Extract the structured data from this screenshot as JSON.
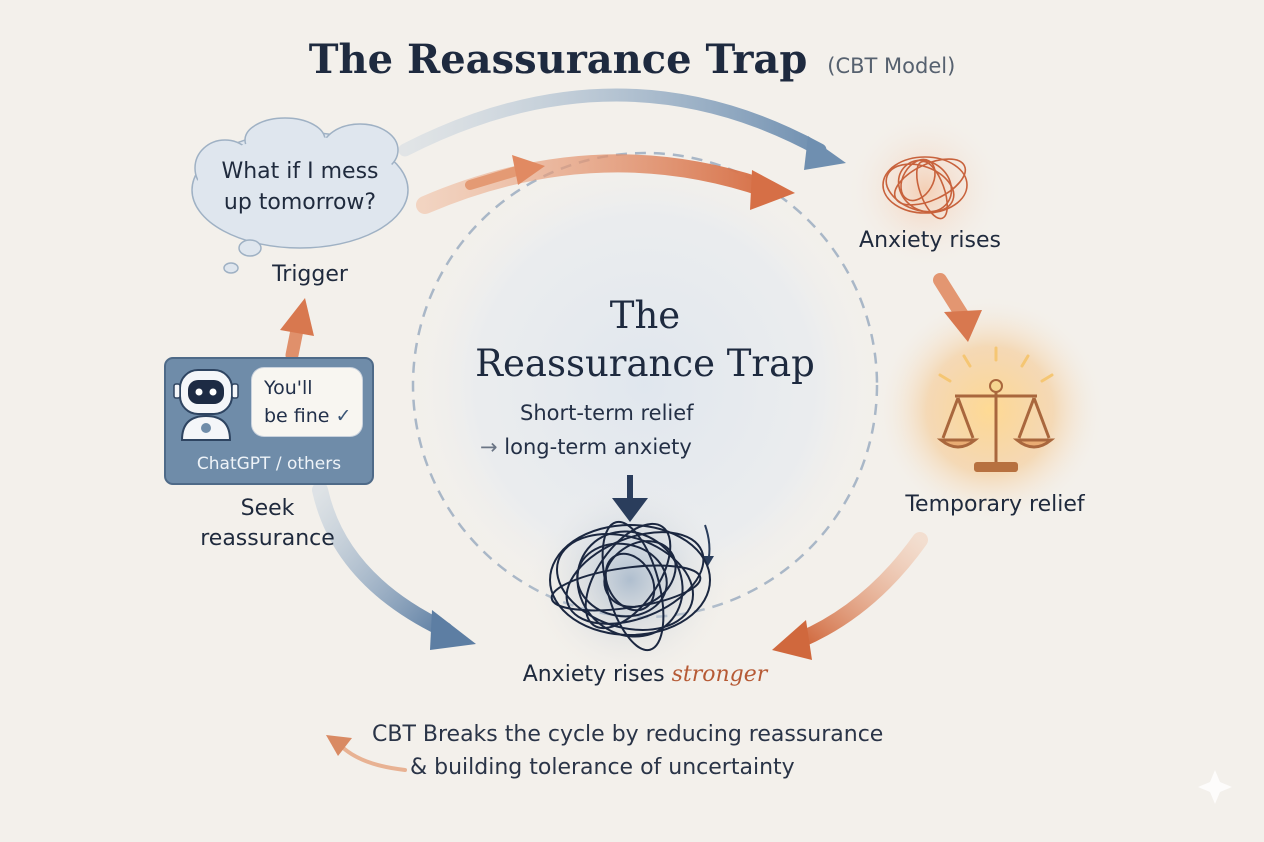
{
  "title": {
    "main": "The Reassurance Trap",
    "sub": "(CBT Model)"
  },
  "trigger": {
    "thought_line1": "What if I mess",
    "thought_line2": "up tomorrow?",
    "label": "Trigger"
  },
  "anxiety_rises": {
    "label": "Anxiety rises"
  },
  "temporary_relief": {
    "label": "Temporary relief"
  },
  "seek": {
    "bubble_line1": "You'll",
    "bubble_line2": "be fine",
    "check": "✓",
    "source": "ChatGPT / others",
    "label_line1": "Seek",
    "label_line2": "reassurance"
  },
  "center": {
    "title_line1": "The",
    "title_line2": "Reassurance Trap",
    "sub_line1": "Short-term relief",
    "sub_arrow": "→",
    "sub_line2": "long-term anxiety"
  },
  "anxiety_stronger": {
    "prefix": "Anxiety rises",
    "emphasis": "stronger"
  },
  "footer": {
    "line1": "CBT Breaks the cycle by reducing reassurance",
    "line2": "& building tolerance of uncertainty"
  },
  "colors": {
    "blue": "#7f9bb8",
    "orange": "#d9784f",
    "dark_navy": "#1e2a3f",
    "background": "#f3f0eb"
  },
  "icons": [
    "thought-cloud-icon",
    "scribble-icon",
    "scales-icon",
    "robot-icon",
    "tangled-scribble-icon"
  ]
}
